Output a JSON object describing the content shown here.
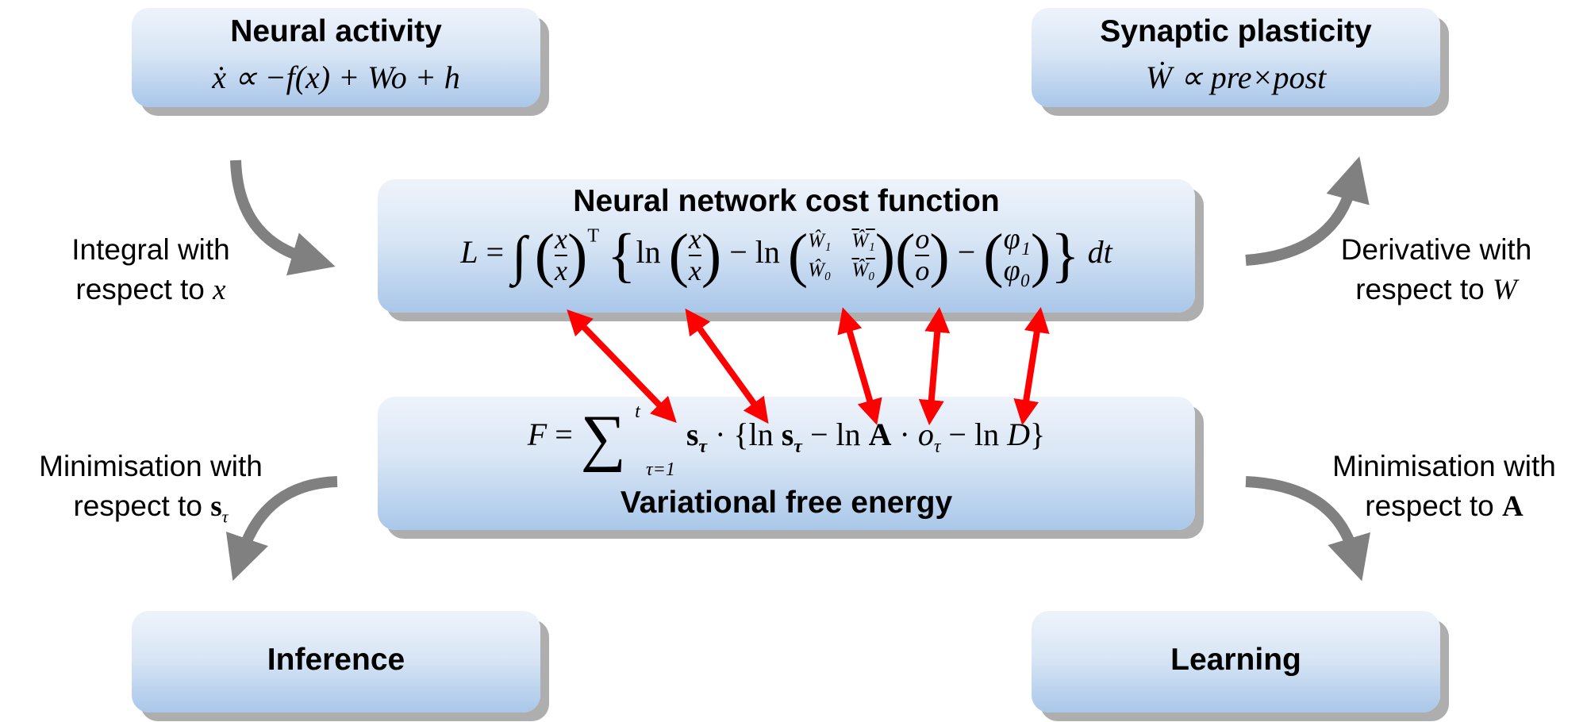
{
  "colors": {
    "box_top": "#eef3fb",
    "box_bottom": "#a9c7e9",
    "box_shadow": "#aeaeae",
    "flow_arrow": "#808080",
    "correspondence_arrow": "#ff0000"
  },
  "boxes": {
    "neural_activity": {
      "title": "Neural activity",
      "equation": "ẋ ∝ −f(x) + Wo + h"
    },
    "synaptic_plasticity": {
      "title": "Synaptic plasticity",
      "equation": "Ẇ ∝ pre×post"
    },
    "cost_function": {
      "title": "Neural network cost function",
      "equation": {
        "lhs": "L",
        "eq": "=",
        "integral": "∫",
        "x_top": "x",
        "x_bottom": "x̄",
        "transpose": "T",
        "ln": "ln",
        "minus": "−",
        "w_hat1": "Ŵ₁",
        "w_hat0": "Ŵ₀",
        "w_bar1": "Ŵ₁",
        "w_bar0": "Ŵ₀",
        "o_top": "o",
        "o_bottom": "ō",
        "phi1": "φ₁",
        "phi0": "φ₀",
        "dt": "dt"
      }
    },
    "free_energy": {
      "title": "Variational free energy",
      "equation": {
        "lhs": "F",
        "eq": "=",
        "sum": "∑",
        "sum_upper": "t",
        "sum_lower": "τ=1",
        "body_s": "s",
        "body_tau": "τ",
        "dot": "·",
        "open": "{ln ",
        "minus_lnA": " − ln ",
        "A": "A",
        "o": "o",
        "minus_lnD": " − ln ",
        "D": "D",
        "close": "}"
      }
    },
    "inference": {
      "title": "Inference"
    },
    "learning": {
      "title": "Learning"
    }
  },
  "labels": {
    "integral": {
      "line1": "Integral with",
      "line2_prefix": "respect to ",
      "var": "x"
    },
    "derivative": {
      "line1": "Derivative with",
      "line2_prefix": "respect to ",
      "var": "W"
    },
    "min_s": {
      "line1": "Minimisation with",
      "line2_prefix": "respect to ",
      "var": "s",
      "sub": "τ"
    },
    "min_A": {
      "line1": "Minimisation with",
      "line2_prefix": "respect to ",
      "var": "A"
    }
  },
  "correspondences": [
    {
      "from": "(x, x̄)ᵀ",
      "to": "s_τ"
    },
    {
      "from": "ln(x, x̄)",
      "to": "ln s_τ"
    },
    {
      "from": "ln(Ŵ, W̄̂)",
      "to": "ln A"
    },
    {
      "from": "(o, ō)",
      "to": "o_τ"
    },
    {
      "from": "(φ₁, φ₀)",
      "to": "ln D"
    }
  ]
}
